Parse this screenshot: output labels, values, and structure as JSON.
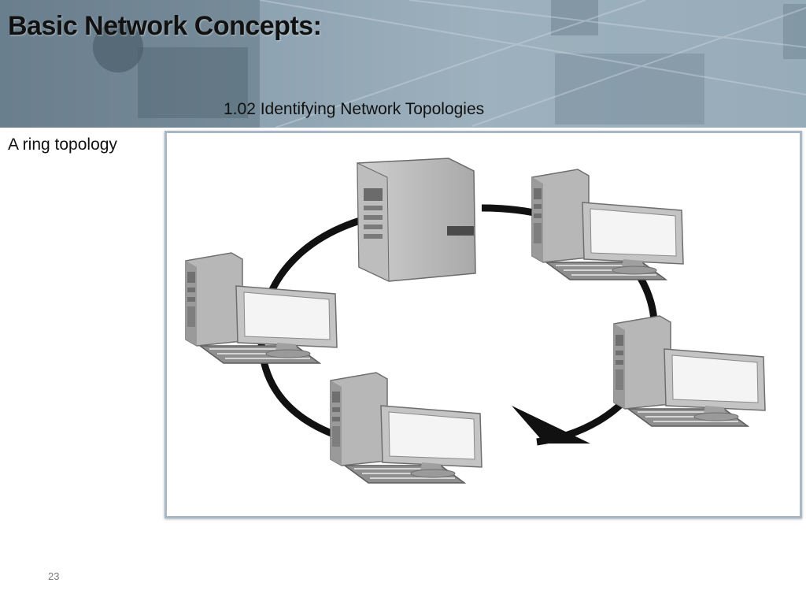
{
  "slide": {
    "title": "Basic Network Concepts:",
    "subtitle": "1.02 Identifying Network Topologies",
    "caption": "A ring topology",
    "page_number": "23"
  },
  "figure": {
    "description_icon": "ring-topology-diagram",
    "nodes": [
      {
        "kind": "server",
        "icon": "server-tower-icon"
      },
      {
        "kind": "workstation",
        "icon": "desktop-computer-icon"
      },
      {
        "kind": "workstation",
        "icon": "desktop-computer-icon"
      },
      {
        "kind": "workstation",
        "icon": "desktop-computer-icon"
      },
      {
        "kind": "workstation",
        "icon": "desktop-computer-icon"
      }
    ],
    "direction_icon": "arrow-head-icon"
  },
  "colors": {
    "banner": "#8fa3b1",
    "figure_border": "#a9b8c4",
    "ring": "#111111"
  }
}
